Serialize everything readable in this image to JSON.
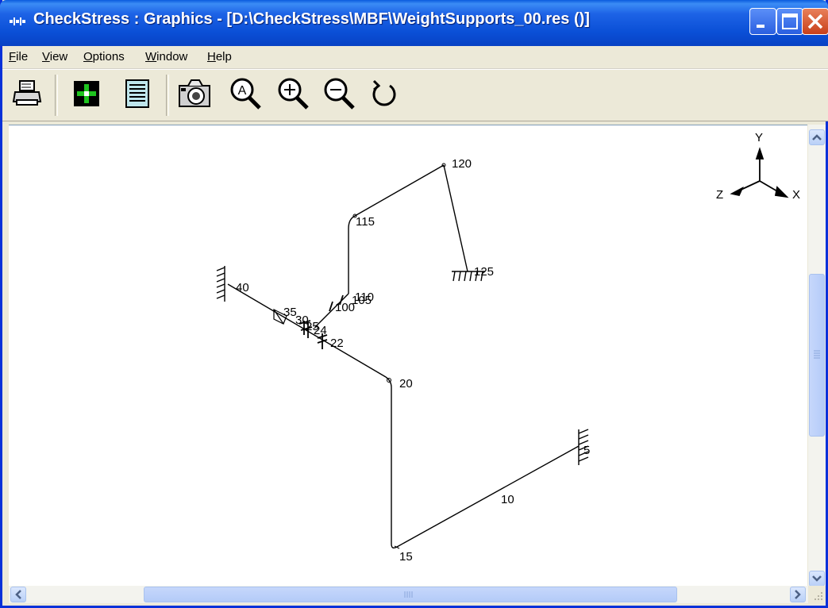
{
  "window": {
    "title": "CheckStress : Graphics -  [D:\\CheckStress\\MBF\\WeightSupports_00.res ()]"
  },
  "menu": [
    {
      "label_u": "F",
      "label_rest": "ile"
    },
    {
      "label_u": "V",
      "label_rest": "iew"
    },
    {
      "label_u": "O",
      "label_rest": "ptions"
    },
    {
      "label_u": "W",
      "label_rest": "indow"
    },
    {
      "label_u": "H",
      "label_rest": "elp"
    }
  ],
  "toolbar": {
    "icons": [
      "printer-icon",
      "add-icon",
      "document-icon",
      "camera-icon",
      "zoom-auto-icon",
      "zoom-in-icon",
      "zoom-out-icon",
      "rotate-icon"
    ]
  },
  "axes": {
    "y": "Y",
    "x": "X",
    "z": "Z"
  },
  "nodes": {
    "n120": "120",
    "n115": "115",
    "n125": "125",
    "n40": "40",
    "n110": "110",
    "n105": "105",
    "n100": "100",
    "n35": "35",
    "n30": "30",
    "n25": "25",
    "n24": "24",
    "n22": "22",
    "n20": "20",
    "n5": "5",
    "n10": "10",
    "n15": "15"
  },
  "colors": {
    "title_bar": "#0a4fd6",
    "chrome": "#ece9d8",
    "canvas": "#ffffff",
    "pipe": "#000000"
  }
}
